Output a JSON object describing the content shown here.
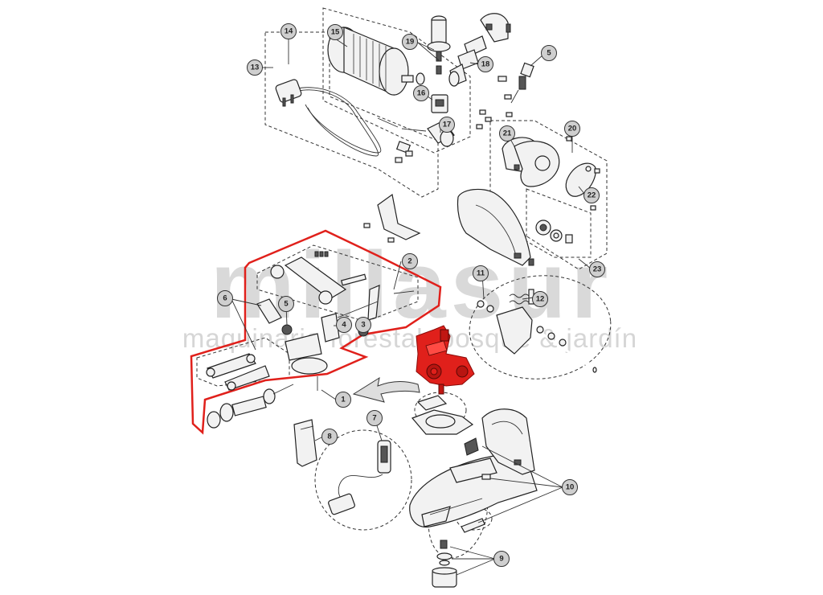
{
  "watermark": {
    "brand": "millasur",
    "tagline": "maquinaria forestal, bosque & jardín",
    "color": "#d9d9d9"
  },
  "highlight_color": "#e0201b",
  "callouts": [
    {
      "id": "c1",
      "label": "1"
    },
    {
      "id": "c2",
      "label": "2"
    },
    {
      "id": "c3",
      "label": "3"
    },
    {
      "id": "c4",
      "label": "4"
    },
    {
      "id": "c5a",
      "label": "5"
    },
    {
      "id": "c5b",
      "label": "5"
    },
    {
      "id": "c6",
      "label": "6"
    },
    {
      "id": "c7",
      "label": "7"
    },
    {
      "id": "c8",
      "label": "8"
    },
    {
      "id": "c9",
      "label": "9"
    },
    {
      "id": "c10",
      "label": "10"
    },
    {
      "id": "c11",
      "label": "11"
    },
    {
      "id": "c12",
      "label": "12"
    },
    {
      "id": "c13",
      "label": "13"
    },
    {
      "id": "c14",
      "label": "14"
    },
    {
      "id": "c15",
      "label": "15"
    },
    {
      "id": "c16",
      "label": "16"
    },
    {
      "id": "c17",
      "label": "17"
    },
    {
      "id": "c18",
      "label": "18"
    },
    {
      "id": "c19",
      "label": "19"
    },
    {
      "id": "c20",
      "label": "20"
    },
    {
      "id": "c21",
      "label": "21"
    },
    {
      "id": "c22",
      "label": "22"
    },
    {
      "id": "c23",
      "label": "23"
    }
  ]
}
